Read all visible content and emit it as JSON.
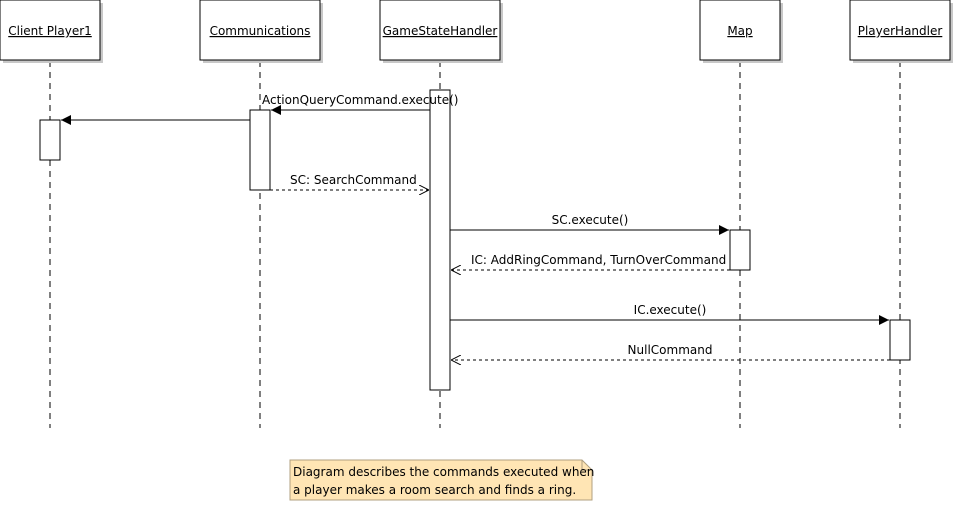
{
  "participants": [
    {
      "id": "client",
      "label": "Client Player1"
    },
    {
      "id": "comm",
      "label": "Communications"
    },
    {
      "id": "gsh",
      "label": "GameStateHandler"
    },
    {
      "id": "map",
      "label": "Map"
    },
    {
      "id": "ph",
      "label": "PlayerHandler"
    }
  ],
  "messages": [
    {
      "id": "m1",
      "label": "ActionQueryCommand.execute()",
      "style": "sync"
    },
    {
      "id": "m2",
      "label": "",
      "style": "sync"
    },
    {
      "id": "m3",
      "label": "SC: SearchCommand",
      "style": "return"
    },
    {
      "id": "m4",
      "label": "SC.execute()",
      "style": "sync"
    },
    {
      "id": "m5",
      "label": "IC: AddRingCommand, TurnOverCommand",
      "style": "return"
    },
    {
      "id": "m6",
      "label": "IC.execute()",
      "style": "sync"
    },
    {
      "id": "m7",
      "label": "NullCommand",
      "style": "return"
    }
  ],
  "note": {
    "line1": "Diagram describes the commands executed when",
    "line2": "a player makes a room search and finds a ring."
  },
  "colors": {
    "line": "#000000",
    "activation_fill": "#ffffff",
    "note_fill": "#ffe5b4",
    "note_border": "#b0a080",
    "header_shadow": "#c8c8c8"
  }
}
